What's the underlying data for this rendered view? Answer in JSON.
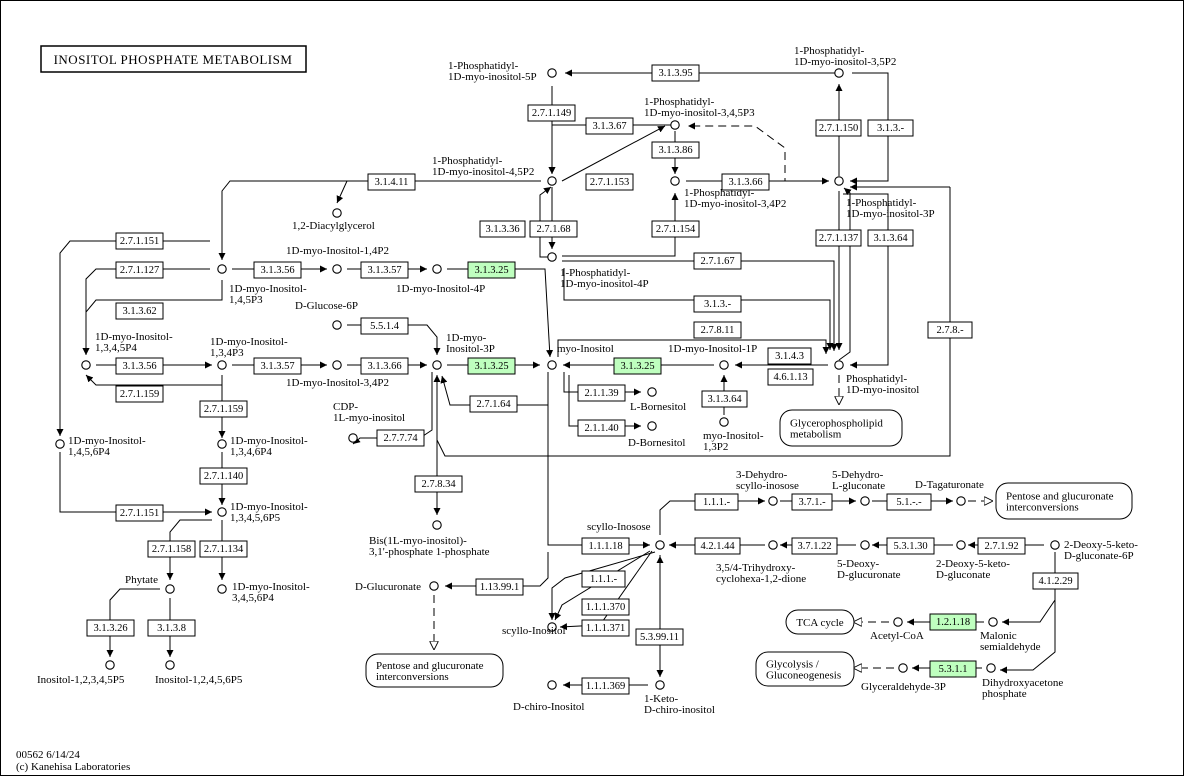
{
  "title": "INOSITOL PHOSPHATE METABOLISM",
  "footer": {
    "line1": "00562 6/14/24",
    "line2": "(c) Kanehisa Laboratories"
  },
  "colors": {
    "highlight": "#bfffbf",
    "line": "#000000",
    "background": "#ffffff"
  },
  "enzymes": [
    {
      "id": "e1",
      "label": "3.1.3.95",
      "highlighted": false
    },
    {
      "id": "e2",
      "label": "2.7.1.149",
      "highlighted": false
    },
    {
      "id": "e3",
      "label": "3.1.3.67",
      "highlighted": false
    },
    {
      "id": "e4",
      "label": "3.1.3.86",
      "highlighted": false
    },
    {
      "id": "e5",
      "label": "2.7.1.150",
      "highlighted": false
    },
    {
      "id": "e6",
      "label": "3.1.3.-",
      "highlighted": false
    },
    {
      "id": "e7",
      "label": "3.1.4.11",
      "highlighted": false
    },
    {
      "id": "e8",
      "label": "2.7.1.153",
      "highlighted": false
    },
    {
      "id": "e9",
      "label": "3.1.3.66",
      "highlighted": false
    },
    {
      "id": "e10",
      "label": "3.1.3.36",
      "highlighted": false
    },
    {
      "id": "e11",
      "label": "2.7.1.68",
      "highlighted": false
    },
    {
      "id": "e12",
      "label": "2.7.1.154",
      "highlighted": false
    },
    {
      "id": "e13",
      "label": "2.7.1.137",
      "highlighted": false
    },
    {
      "id": "e14",
      "label": "3.1.3.64",
      "highlighted": false
    },
    {
      "id": "e15",
      "label": "2.7.1.151",
      "highlighted": false
    },
    {
      "id": "e16",
      "label": "2.7.1.127",
      "highlighted": false
    },
    {
      "id": "e17",
      "label": "3.1.3.56",
      "highlighted": false
    },
    {
      "id": "e18",
      "label": "3.1.3.57",
      "highlighted": false
    },
    {
      "id": "e19",
      "label": "3.1.3.25",
      "highlighted": true
    },
    {
      "id": "e20",
      "label": "2.7.1.67",
      "highlighted": false
    },
    {
      "id": "e21",
      "label": "3.1.3.62",
      "highlighted": false
    },
    {
      "id": "e22",
      "label": "3.1.3.-",
      "highlighted": false
    },
    {
      "id": "e23",
      "label": "5.5.1.4",
      "highlighted": false
    },
    {
      "id": "e24",
      "label": "2.7.8.11",
      "highlighted": false
    },
    {
      "id": "e25",
      "label": "2.7.8.-",
      "highlighted": false
    },
    {
      "id": "e26",
      "label": "3.1.3.56",
      "highlighted": false
    },
    {
      "id": "e27",
      "label": "3.1.3.57",
      "highlighted": false
    },
    {
      "id": "e28",
      "label": "3.1.3.66",
      "highlighted": false
    },
    {
      "id": "e29",
      "label": "3.1.3.25",
      "highlighted": true
    },
    {
      "id": "e30",
      "label": "3.1.3.25",
      "highlighted": true
    },
    {
      "id": "e31",
      "label": "3.1.4.3",
      "highlighted": false
    },
    {
      "id": "e32",
      "label": "4.6.1.13",
      "highlighted": false
    },
    {
      "id": "e33",
      "label": "2.7.1.159",
      "highlighted": false
    },
    {
      "id": "e34",
      "label": "2.7.1.159",
      "highlighted": false
    },
    {
      "id": "e35",
      "label": "2.7.1.64",
      "highlighted": false
    },
    {
      "id": "e36",
      "label": "2.1.1.39",
      "highlighted": false
    },
    {
      "id": "e37",
      "label": "3.1.3.64",
      "highlighted": false
    },
    {
      "id": "e38",
      "label": "2.7.7.74",
      "highlighted": false
    },
    {
      "id": "e39",
      "label": "2.1.1.40",
      "highlighted": false
    },
    {
      "id": "e40",
      "label": "2.7.1.140",
      "highlighted": false
    },
    {
      "id": "e41",
      "label": "1.1.1.-",
      "highlighted": false
    },
    {
      "id": "e42",
      "label": "3.7.1.-",
      "highlighted": false
    },
    {
      "id": "e43",
      "label": "5.1.-.-",
      "highlighted": false
    },
    {
      "id": "e44",
      "label": "2.7.8.34",
      "highlighted": false
    },
    {
      "id": "e45",
      "label": "2.7.1.151",
      "highlighted": false
    },
    {
      "id": "e46",
      "label": "2.7.1.158",
      "highlighted": false
    },
    {
      "id": "e47",
      "label": "2.7.1.134",
      "highlighted": false
    },
    {
      "id": "e48",
      "label": "1.1.1.18",
      "highlighted": false
    },
    {
      "id": "e49",
      "label": "4.2.1.44",
      "highlighted": false
    },
    {
      "id": "e50",
      "label": "3.7.1.22",
      "highlighted": false
    },
    {
      "id": "e51",
      "label": "5.3.1.30",
      "highlighted": false
    },
    {
      "id": "e52",
      "label": "2.7.1.92",
      "highlighted": false
    },
    {
      "id": "e53",
      "label": "1.1.1.-",
      "highlighted": false
    },
    {
      "id": "e54",
      "label": "1.13.99.1",
      "highlighted": false
    },
    {
      "id": "e55",
      "label": "4.1.2.29",
      "highlighted": false
    },
    {
      "id": "e56",
      "label": "1.1.1.370",
      "highlighted": false
    },
    {
      "id": "e57",
      "label": "1.1.1.371",
      "highlighted": false
    },
    {
      "id": "e58",
      "label": "1.2.1.18",
      "highlighted": true
    },
    {
      "id": "e59",
      "label": "3.1.3.26",
      "highlighted": false
    },
    {
      "id": "e60",
      "label": "3.1.3.8",
      "highlighted": false
    },
    {
      "id": "e61",
      "label": "5.3.99.11",
      "highlighted": false
    },
    {
      "id": "e62",
      "label": "5.3.1.1",
      "highlighted": true
    },
    {
      "id": "e63",
      "label": "1.1.1.369",
      "highlighted": false
    }
  ],
  "compounds": [
    {
      "id": "c1",
      "lines": [
        "1-Phosphatidyl-",
        "1D-myo-inositol-5P"
      ]
    },
    {
      "id": "c2",
      "lines": [
        "1-Phosphatidyl-",
        "1D-myo-inositol-3,5P2"
      ]
    },
    {
      "id": "c3",
      "lines": [
        "1-Phosphatidyl-",
        "1D-myo-inositol-3,4,5P3"
      ]
    },
    {
      "id": "c4",
      "lines": [
        "1-Phosphatidyl-",
        "1D-myo-inositol-4,5P2"
      ]
    },
    {
      "id": "c5",
      "lines": [
        "1-Phosphatidyl-",
        "1D-myo-inositol-3,4P2"
      ]
    },
    {
      "id": "c6",
      "lines": [
        "1-Phosphatidyl-",
        "1D-myo-inositol-3P"
      ]
    },
    {
      "id": "c7",
      "lines": [
        "1,2-Diacylglycerol"
      ]
    },
    {
      "id": "c8",
      "lines": [
        "1D-myo-Inositol-1,4P2"
      ]
    },
    {
      "id": "c9",
      "lines": [
        "1D-myo-Inositol-",
        "1,4,5P3"
      ]
    },
    {
      "id": "c10",
      "lines": [
        "1D-myo-Inositol-4P"
      ]
    },
    {
      "id": "c11",
      "lines": [
        "1-Phosphatidyl-",
        "1D-myo-inositol-4P"
      ]
    },
    {
      "id": "c12",
      "lines": [
        "D-Glucose-6P"
      ]
    },
    {
      "id": "c13",
      "lines": [
        "1D-myo-Inositol-",
        "1,3,4,5P4"
      ]
    },
    {
      "id": "c14",
      "lines": [
        "1D-myo-Inositol-",
        "1,3,4P3"
      ]
    },
    {
      "id": "c15",
      "lines": [
        "1D-myo-",
        "Inositol-3P"
      ]
    },
    {
      "id": "c16",
      "lines": [
        "myo-Inositol"
      ]
    },
    {
      "id": "c17",
      "lines": [
        "1D-myo-Inositol-1P"
      ]
    },
    {
      "id": "c18",
      "lines": [
        "1D-myo-Inositol-3,4P2"
      ]
    },
    {
      "id": "c19",
      "lines": [
        "Phosphatidyl-",
        "1D-myo-inositol"
      ]
    },
    {
      "id": "c20",
      "lines": [
        "L-Bornesitol"
      ]
    },
    {
      "id": "c21",
      "lines": [
        "CDP-",
        "1L-myo-inositol"
      ]
    },
    {
      "id": "c22",
      "lines": [
        "1D-myo-Inositol-",
        "1,4,5,6P4"
      ]
    },
    {
      "id": "c23",
      "lines": [
        "1D-myo-Inositol-",
        "1,3,4,6P4"
      ]
    },
    {
      "id": "c24",
      "lines": [
        "D-Bornesitol"
      ]
    },
    {
      "id": "c25",
      "lines": [
        "myo-Inositol-",
        "1,3P2"
      ]
    },
    {
      "id": "c26",
      "lines": [
        "3-Dehydro-",
        "scyllo-inosose"
      ]
    },
    {
      "id": "c27",
      "lines": [
        "5-Dehydro-",
        "L-gluconate"
      ]
    },
    {
      "id": "c28",
      "lines": [
        "D-Tagaturonate"
      ]
    },
    {
      "id": "c29",
      "lines": [
        "1D-myo-Inositol-",
        "1,3,4,5,6P5"
      ]
    },
    {
      "id": "c30",
      "lines": [
        "scyllo-Inosose"
      ]
    },
    {
      "id": "c31",
      "lines": [
        "Bis(1L-myo-inositol)-",
        "3,1'-phosphate 1-phosphate"
      ]
    },
    {
      "id": "c32",
      "lines": [
        "2-Deoxy-5-keto-",
        "D-gluconate-6P"
      ]
    },
    {
      "id": "c33",
      "lines": [
        "3,5/4-Trihydroxy-",
        "cyclohexa-1,2-dione"
      ]
    },
    {
      "id": "c34",
      "lines": [
        "5-Deoxy-",
        "D-glucuronate"
      ]
    },
    {
      "id": "c35",
      "lines": [
        "2-Deoxy-5-keto-",
        "D-gluconate"
      ]
    },
    {
      "id": "c36",
      "lines": [
        "Phytate"
      ]
    },
    {
      "id": "c37",
      "lines": [
        "D-Glucuronate"
      ]
    },
    {
      "id": "c38",
      "lines": [
        "1D-myo-Inositol-",
        "3,4,5,6P4"
      ]
    },
    {
      "id": "c39",
      "lines": [
        "scyllo-Inositol"
      ]
    },
    {
      "id": "c40",
      "lines": [
        "Acetyl-CoA"
      ]
    },
    {
      "id": "c41",
      "lines": [
        "Malonic",
        "semialdehyde"
      ]
    },
    {
      "id": "c42",
      "lines": [
        "Inositol-1,2,3,4,5P5"
      ]
    },
    {
      "id": "c43",
      "lines": [
        "Inositol-1,2,4,5,6P5"
      ]
    },
    {
      "id": "c44",
      "lines": [
        "Glyceraldehyde-3P"
      ]
    },
    {
      "id": "c45",
      "lines": [
        "Dihydroxyacetone",
        "phosphate"
      ]
    },
    {
      "id": "c46",
      "lines": [
        "D-chiro-Inositol"
      ]
    },
    {
      "id": "c47",
      "lines": [
        "1-Keto-",
        "D-chiro-inositol"
      ]
    }
  ],
  "maps": [
    {
      "id": "m1",
      "lines": [
        "Glycerophospholipid",
        "metabolism"
      ]
    },
    {
      "id": "m2",
      "lines": [
        "Pentose and glucuronate",
        "interconversions"
      ]
    },
    {
      "id": "m3",
      "lines": [
        "Pentose and glucuronate",
        "interconversions"
      ]
    },
    {
      "id": "m4",
      "lines": [
        "TCA cycle"
      ]
    },
    {
      "id": "m5",
      "lines": [
        "Glycolysis /",
        "Gluconeogenesis"
      ]
    }
  ]
}
